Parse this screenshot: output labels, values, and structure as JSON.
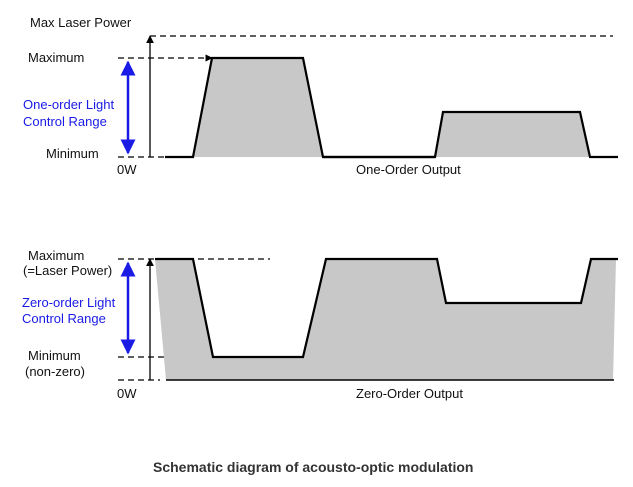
{
  "top": {
    "max_power_label": "Max Laser Power",
    "maximum_label": "Maximum",
    "range_label_line1": "One-order Light",
    "range_label_line2": "Control Range",
    "minimum_label": "Minimum",
    "zero_label": "0W",
    "output_label": "One-Order Output"
  },
  "bottom": {
    "maximum_label": "Maximum",
    "maximum_note": "(=Laser Power)",
    "range_label_line1": "Zero-order Light",
    "range_label_line2": "Control Range",
    "minimum_label": "Minimum",
    "minimum_note": "(non-zero)",
    "zero_label": "0W",
    "output_label": "Zero-Order Output"
  },
  "caption": "Schematic diagram of acousto-optic modulation",
  "colors": {
    "fill": "#c8c8c8",
    "line": "#000000",
    "range_arrow": "#1a1ae6",
    "range_text": "#1a1ae6"
  }
}
